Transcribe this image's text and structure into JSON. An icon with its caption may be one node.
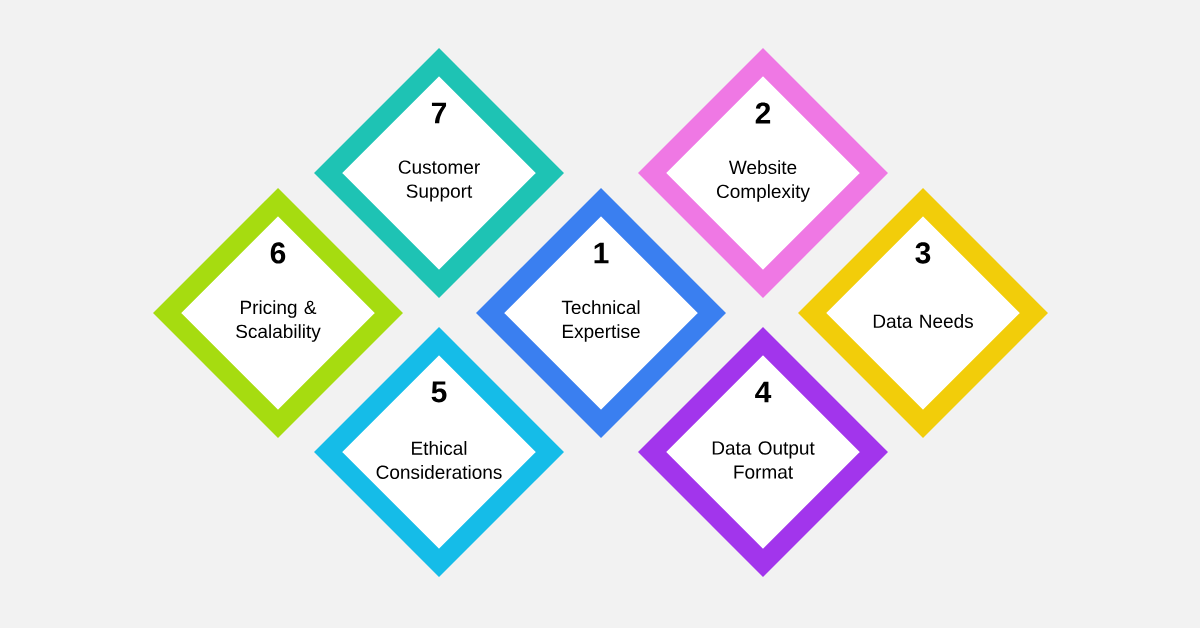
{
  "diagram": {
    "nodes": [
      {
        "text": [
          "7",
          "Customer Support"
        ]
      },
      {
        "text": [
          "2",
          "Website Complexity"
        ]
      },
      {
        "text": [
          "6",
          "Pricing & Scalability"
        ]
      },
      {
        "text": [
          "1",
          "Technical Expertise"
        ]
      },
      {
        "text": [
          "3",
          "Data Needs"
        ]
      },
      {
        "text": [
          "5",
          "Ethical Considerations"
        ]
      },
      {
        "text": [
          "4",
          "Data Output Format"
        ]
      }
    ]
  }
}
